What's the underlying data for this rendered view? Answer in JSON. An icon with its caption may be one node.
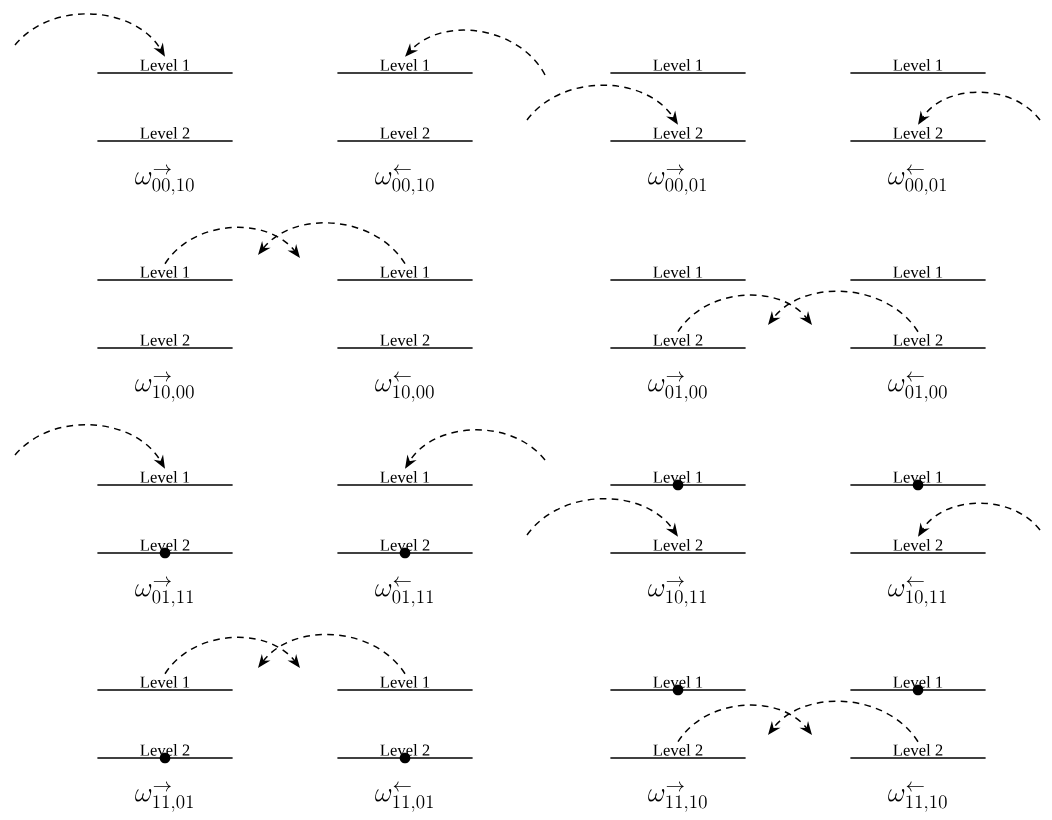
{
  "diagram": {
    "nodes": [
      {
        "text": [
          "Level 1"
        ]
      },
      {
        "text": [
          "Level 1"
        ]
      },
      {
        "text": [
          "Level 1"
        ]
      },
      {
        "text": [
          "Level 1"
        ]
      },
      {
        "text": [
          "Level 2"
        ]
      },
      {
        "text": [
          "Level 2"
        ]
      },
      {
        "text": [
          "Level 2"
        ]
      },
      {
        "text": [
          "Level 2"
        ]
      },
      {
        "text": [
          "Level 1"
        ]
      },
      {
        "text": [
          "Level 1"
        ]
      },
      {
        "text": [
          "Level 1"
        ]
      },
      {
        "text": [
          "Level 1"
        ]
      },
      {
        "text": [
          "Level 2"
        ]
      },
      {
        "text": [
          "Level 2"
        ]
      },
      {
        "text": [
          "Level 2"
        ]
      },
      {
        "text": [
          "Level 2"
        ]
      },
      {
        "text": [
          "Level 1"
        ]
      },
      {
        "text": [
          "Level 1"
        ]
      },
      {
        "text": [
          "Level 1"
        ]
      },
      {
        "text": [],
        "shape": "circle",
        "in": 18
      },
      {
        "text": [
          "Level 1"
        ]
      },
      {
        "text": [],
        "shape": "circle",
        "in": 20
      },
      {
        "text": [
          "Level 2"
        ]
      },
      {
        "text": [],
        "shape": "circle",
        "in": 22
      },
      {
        "text": [
          "Level 2"
        ]
      },
      {
        "text": [],
        "shape": "circle",
        "in": 24
      },
      {
        "text": [
          "Level 2"
        ]
      },
      {
        "text": [
          "Level 2"
        ]
      },
      {
        "text": [
          "Level 1"
        ]
      },
      {
        "text": [
          "Level 1"
        ]
      },
      {
        "text": [
          "Level 1"
        ]
      },
      {
        "text": [],
        "shape": "circle",
        "in": 30
      },
      {
        "text": [
          "Level 1"
        ]
      },
      {
        "text": [],
        "shape": "circle",
        "in": 32
      },
      {
        "text": [
          "Level 2"
        ]
      },
      {
        "text": [],
        "shape": "circle",
        "in": 34
      },
      {
        "text": [
          "Level 2"
        ]
      },
      {
        "text": [],
        "shape": "circle",
        "in": 36
      },
      {
        "text": [
          "Level 2"
        ]
      },
      {
        "text": [
          "Level 2"
        ]
      }
    ],
    "edges": [
      {
        "from": null,
        "to": 0,
        "arrow": "to"
      },
      {
        "from": null,
        "to": 1,
        "arrow": "to"
      },
      {
        "from": null,
        "to": 6,
        "arrow": "to"
      },
      {
        "from": null,
        "to": 7,
        "arrow": "to"
      },
      {
        "from": 8,
        "to": null,
        "arrow": "to"
      },
      {
        "from": 9,
        "to": null,
        "arrow": "to"
      },
      {
        "from": 14,
        "to": null,
        "arrow": "to"
      },
      {
        "from": 15,
        "to": null,
        "arrow": "to"
      },
      {
        "from": null,
        "to": 16,
        "arrow": "to"
      },
      {
        "from": null,
        "to": 17,
        "arrow": "to"
      },
      {
        "from": null,
        "to": 26,
        "arrow": "to"
      },
      {
        "from": null,
        "to": 27,
        "arrow": "to"
      },
      {
        "from": 28,
        "to": null,
        "arrow": "to"
      },
      {
        "from": 29,
        "to": null,
        "arrow": "to"
      },
      {
        "from": 38,
        "to": null,
        "arrow": "to"
      },
      {
        "from": 39,
        "to": null,
        "arrow": "to"
      }
    ],
    "labels": [
      "\\omega^{\\rightarrow}_{00,10}",
      "\\omega^{\\leftarrow}_{00,10}",
      "\\omega^{\\rightarrow}_{00,01}",
      "\\omega^{\\leftarrow}_{00,01}",
      "\\omega^{\\rightarrow}_{10,00}",
      "\\omega^{\\leftarrow}_{10,00}",
      "\\omega^{\\rightarrow}_{01,00}",
      "\\omega^{\\leftarrow}_{01,00}",
      "\\omega^{\\rightarrow}_{01,11}",
      "\\omega^{\\leftarrow}_{01,11}",
      "\\omega^{\\rightarrow}_{10,11}",
      "\\omega^{\\leftarrow}_{10,11}",
      "\\omega^{\\rightarrow}_{11,01}",
      "\\omega^{\\leftarrow}_{11,01}",
      "\\omega^{\\rightarrow}_{11,10}",
      "\\omega^{\\leftarrow}_{11,10}"
    ]
  }
}
